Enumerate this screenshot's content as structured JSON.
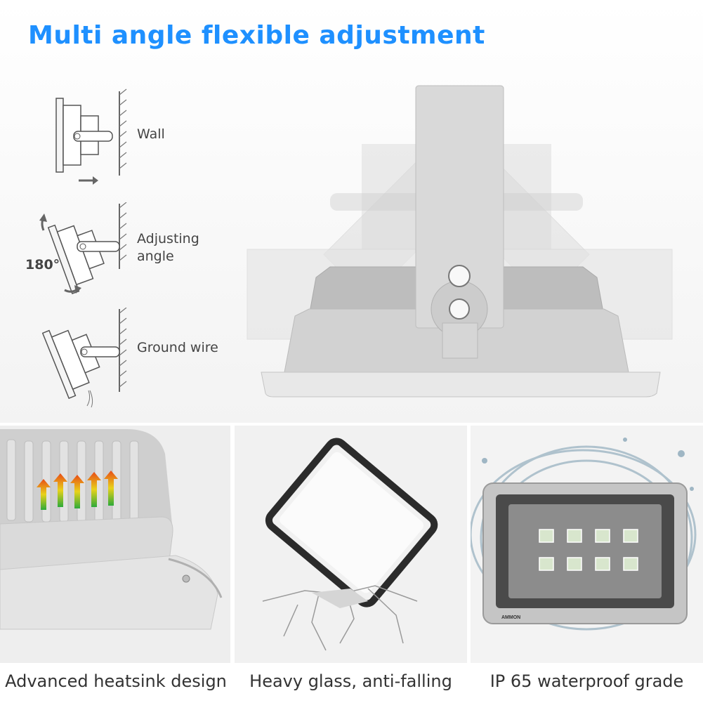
{
  "header": {
    "title": "Multi angle flexible adjustment"
  },
  "mounting": {
    "wall_label": "Wall",
    "adjusting_label_line1": "Adjusting",
    "adjusting_label_line2": "angle",
    "angle_value": "180°",
    "ground_label": "Ground wire"
  },
  "features": [
    {
      "caption": "Advanced heatsink design",
      "icon": "heat-arrows-icon"
    },
    {
      "caption": "Heavy glass, anti-falling",
      "icon": "glass-panel-icon"
    },
    {
      "caption": "IP 65 waterproof grade",
      "icon": "water-splash-icon",
      "brand": "AMMON"
    }
  ],
  "colors": {
    "title": "#1e90ff",
    "caption": "#333333"
  }
}
